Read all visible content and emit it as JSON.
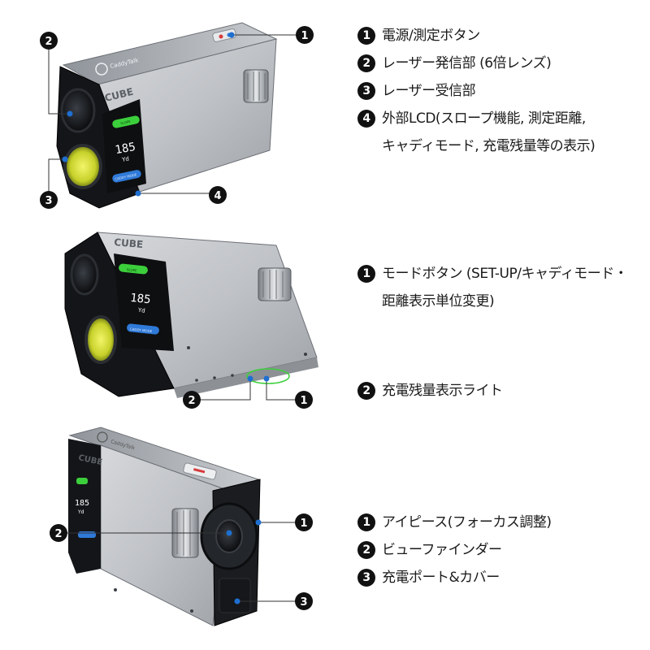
{
  "device": {
    "brand_text": "CaddyTalk",
    "model_text": "CUBE",
    "lcd_value": "185",
    "lcd_unit": "Yd",
    "green_button_text": "SLOPE",
    "blue_button_text": "CADDY MODE"
  },
  "callout_colors": {
    "dot": "#1e6fd0",
    "badge": "#111111"
  },
  "section1": {
    "markers": [
      "1",
      "2",
      "3",
      "4"
    ],
    "items": [
      {
        "num": "1",
        "lines": [
          "電源/測定ボタン"
        ]
      },
      {
        "num": "2",
        "lines": [
          "レーザー発信部 (6倍レンズ)"
        ]
      },
      {
        "num": "3",
        "lines": [
          "レーザー受信部"
        ]
      },
      {
        "num": "4",
        "lines": [
          "外部LCD(スロープ機能, 測定距離,",
          "キャディモード, 充電残量等の表示)"
        ]
      }
    ]
  },
  "section2": {
    "markers": [
      "1",
      "2"
    ],
    "items": [
      {
        "num": "1",
        "lines": [
          "モードボタン (SET-UP/キャディモード・",
          "距離表示単位変更)"
        ]
      },
      {
        "num": "2",
        "lines": [
          "充電残量表示ライト"
        ]
      }
    ]
  },
  "section3": {
    "markers": [
      "1",
      "2",
      "3"
    ],
    "items": [
      {
        "num": "1",
        "lines": [
          "アイピース(フォーカス調整)"
        ]
      },
      {
        "num": "2",
        "lines": [
          "ビューファインダー"
        ]
      },
      {
        "num": "3",
        "lines": [
          "充電ポート&カバー"
        ]
      }
    ]
  }
}
